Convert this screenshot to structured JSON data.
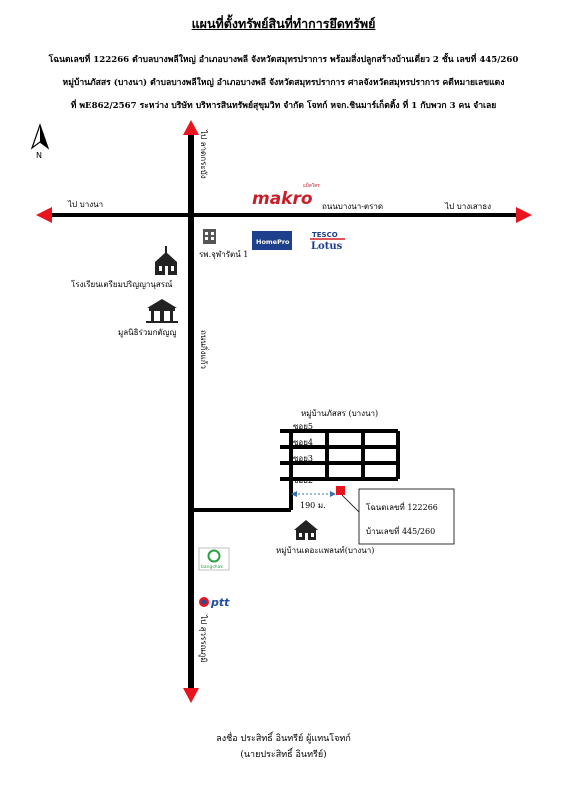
{
  "header": {
    "title": "แผนที่ตั้งทรัพย์สินที่ทำการยึดทรัพย์",
    "line1": "โฉนดเลขที่ 122266 ตำบลบางพลีใหญ่ อำเภอบางพลี จังหวัดสมุทรปราการ พร้อมสิ่งปลูกสร้างบ้านเดี่ยว 2 ชั้น เลขที่ 445/260",
    "line2": "หมู่บ้านภัสสร (บางนา) ตำบลบางพลีใหญ่ อำเภอบางพลี จังหวัดสมุทรปราการ ศาลจังหวัดสมุทรปราการ คดีหมายเลขแดง",
    "line3": "ที่ พE862/2567 ระหว่าง บริษัท บริหารสินทรัพย์สุขุมวิท จำกัด โจทก์ หจก.ชินมาร์เก็ตติ้ง ที่ 1 กับพวก 3 คน จำเลย"
  },
  "map": {
    "north": "N",
    "road_top_vertical": "ไป ลาดกระบัง",
    "road_bottom_vertical": "ถนนกิ่งแก้ว",
    "road_bottom_end": "ไป สุวรรณภูมิ",
    "road_horizontal": "ถนนบางนา-ตราด",
    "to_left": "ไป บางนา",
    "to_right": "ไป บางเสาธง",
    "makro": "makro",
    "makro_tag": "แม็คโคร",
    "hospital": "รพ.จุฬารัตน์ 1",
    "homepro": "HomePro",
    "tesco_top": "TESCO",
    "tesco_bottom": "Lotus",
    "school": "โรงเรียนเตรียมปริญญานุสรณ์",
    "foundation": "มูลนิธิร่วมกตัญญู",
    "village": "หมู่บ้านภัสสร (บางนา)",
    "soi5": "ซอย5",
    "soi4": "ซอย4",
    "soi3": "ซอย3",
    "soi2": "ซอย2",
    "distance": "190 ม.",
    "deed": "โฉนดเลขที่ 122266",
    "house_no": "บ้านเลขที่ 445/260",
    "village2": "หมู่บ้านเดอะแพลนท์(บางนา)",
    "bangchak": "bangchak",
    "ptt": "ptt",
    "colors": {
      "makro": "#c81e28",
      "homepro": "#1d3f8c",
      "tesco": "#1a3d92",
      "lotus": "#d31e25",
      "target": "#e8141e",
      "bangchak": "#2ea043",
      "ptt": "#1f4fa3"
    }
  },
  "signature": {
    "line1": "ลงชื่อ   ประสิทธิ์ อินทรีย์      ผู้แทนโจทก์",
    "line2": "(นายประสิทธิ์ อินทรีย์)"
  }
}
